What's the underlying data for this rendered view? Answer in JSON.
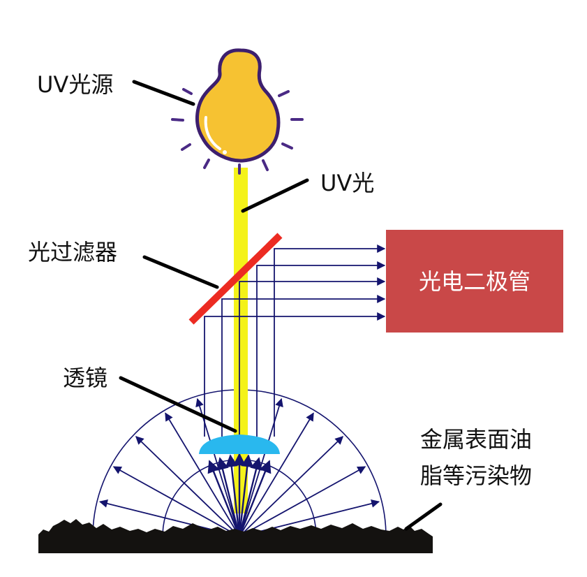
{
  "labels": {
    "uv_source": "UV光源",
    "uv_light": "UV光",
    "optical_filter": "光过滤器",
    "photodiode": "光电二极管",
    "lens": "透镜",
    "contaminant_line1": "金属表面油",
    "contaminant_line2": "脂等污染物"
  },
  "colors": {
    "bulb_fill": "#f6c232",
    "bulb_outline": "#3d1f6e",
    "ray_marks": "#4a2a85",
    "uv_beam": "#f4f21a",
    "filter": "#ec2b22",
    "photodiode_box": "#c94848",
    "photodiode_text": "#ffffff",
    "fluorescence_arrows": "#14146e",
    "lens": "#29b8ee",
    "surface": "#141210",
    "leader_lines": "#000000"
  },
  "icons": [
    "light-bulb-icon"
  ]
}
